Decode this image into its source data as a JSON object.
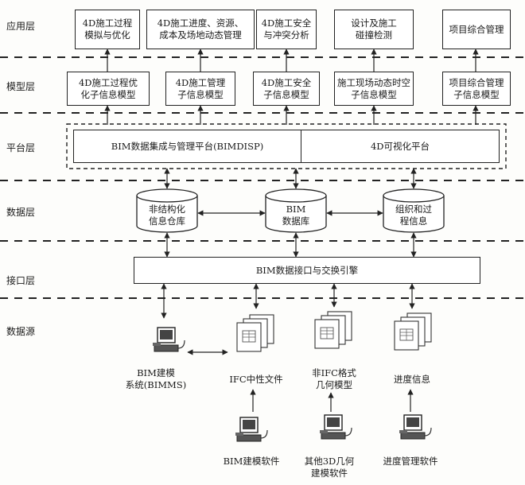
{
  "layers": [
    "应用层",
    "模型层",
    "平台层",
    "数据层",
    "接口层",
    "数据源"
  ],
  "app_layer": [
    "4D施工过程\n模拟与优化",
    "4D施工进度、资源、\n成本及场地动态管理",
    "4D施工安全\n与冲突分析",
    "设计及施工\n碰撞检测",
    "项目综合管理"
  ],
  "model_layer": [
    "4D施工过程优\n化子信息模型",
    "4D施工管理\n子信息模型",
    "4D施工安全\n子信息模型",
    "施工现场动态时空\n子信息模型",
    "项目综合管理\n子信息模型"
  ],
  "platform": {
    "left": "BIM数据集成与管理平台(BIMDISP)",
    "right": "4D可视化平台"
  },
  "data_layer": [
    "非结构化\n信息仓库",
    "BIM\n数据库",
    "组织和过\n程信息"
  ],
  "interface": "BIM数据接口与交换引擎",
  "sources": [
    "BIM建模\n系统(BIMMS)",
    "IFC中性文件",
    "非IFC格式\n几何模型",
    "进度信息"
  ],
  "software": [
    "BIM建模软件",
    "其他3D几何\n建模软件",
    "进度管理软件"
  ]
}
